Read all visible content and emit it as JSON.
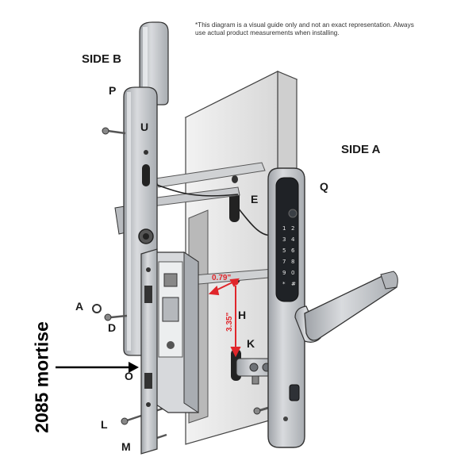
{
  "note": "*This diagram is a visual guide only and not an exact representation. Always use actual product measurements when installing.",
  "mortise_label": "2085 mortise",
  "sides": {
    "a": "SIDE A",
    "b": "SIDE B"
  },
  "parts": {
    "p": "P",
    "u": "U",
    "e": "E",
    "q": "Q",
    "a": "A",
    "d": "D",
    "h": "H",
    "k": "K",
    "o": "O",
    "l": "L",
    "m": "M"
  },
  "dimensions": {
    "horizontal": "0.79\"",
    "vertical": "3.35\""
  },
  "keypad_keys": [
    "1",
    "2",
    "3",
    "4",
    "5",
    "6",
    "7",
    "8",
    "9",
    "0",
    "*",
    "#"
  ],
  "colors": {
    "accent": "#e0262b",
    "steel": "#c4c7cb",
    "outline": "#3a3a3a",
    "door": "#e6e6e6"
  }
}
